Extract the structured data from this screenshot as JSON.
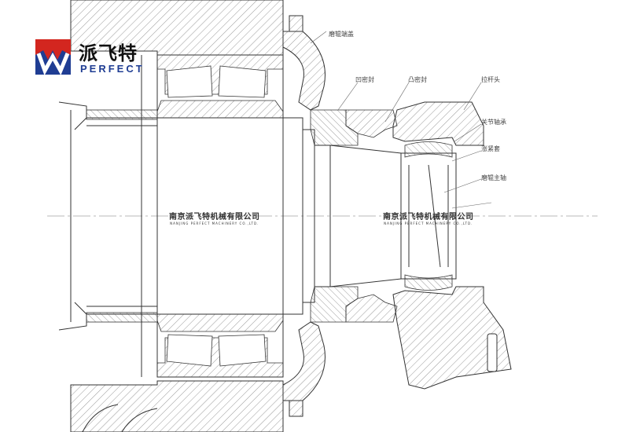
{
  "brand": {
    "name_cn": "派飞特",
    "name_en": "PERFECT",
    "color_red": "#d3261f",
    "color_blue": "#1f3d93"
  },
  "watermark": {
    "company_cn": "南京派飞特机械有限公司",
    "company_en": "NANJING PERFECT MACHINERY CO.,LTD."
  },
  "labels": {
    "end_cover": "磨辊端盖",
    "concave_seal": "凹密封",
    "convex_seal": "凸密封",
    "swing_arm": "拉杆头",
    "joint_bearing": "关节轴承",
    "tight_sleeve": "涨紧套",
    "roller_shaft": "磨辊主轴"
  }
}
